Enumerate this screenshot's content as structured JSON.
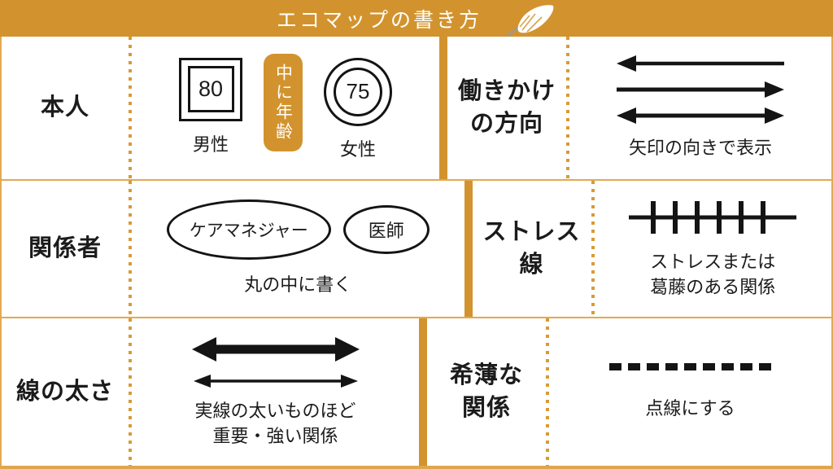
{
  "colors": {
    "accent": "#D2932E",
    "grid_line": "#E2A952",
    "dot_line": "#D79B36",
    "ink": "#141414"
  },
  "header": {
    "title": "エコマップの書き方",
    "icon": "feather-quill"
  },
  "sections": {
    "honnin": {
      "label": "本人",
      "male_value": "80",
      "male_label": "男性",
      "age_badge": "中に年齢",
      "female_value": "75",
      "female_label": "女性"
    },
    "direction": {
      "label": "働きかけ\nの方向",
      "arrows": [
        "left",
        "right",
        "both"
      ],
      "caption": "矢印の向きで表示"
    },
    "kankeisha": {
      "label": "関係者",
      "ellipse_big": "ケアマネジャー",
      "ellipse_small": "医師",
      "caption": "丸の中に書く"
    },
    "stress": {
      "label": "ストレス\n線",
      "symbol": "hatched-line",
      "caption": "ストレスまたは\n葛藤のある関係"
    },
    "thickness": {
      "label": "線の太さ",
      "arrows": [
        "thick-both",
        "thin-both"
      ],
      "caption": "実線の太いものほど\n重要・強い関係"
    },
    "weak": {
      "label": "希薄な\n関係",
      "symbol": "dashed-line",
      "caption": "点線にする"
    }
  }
}
